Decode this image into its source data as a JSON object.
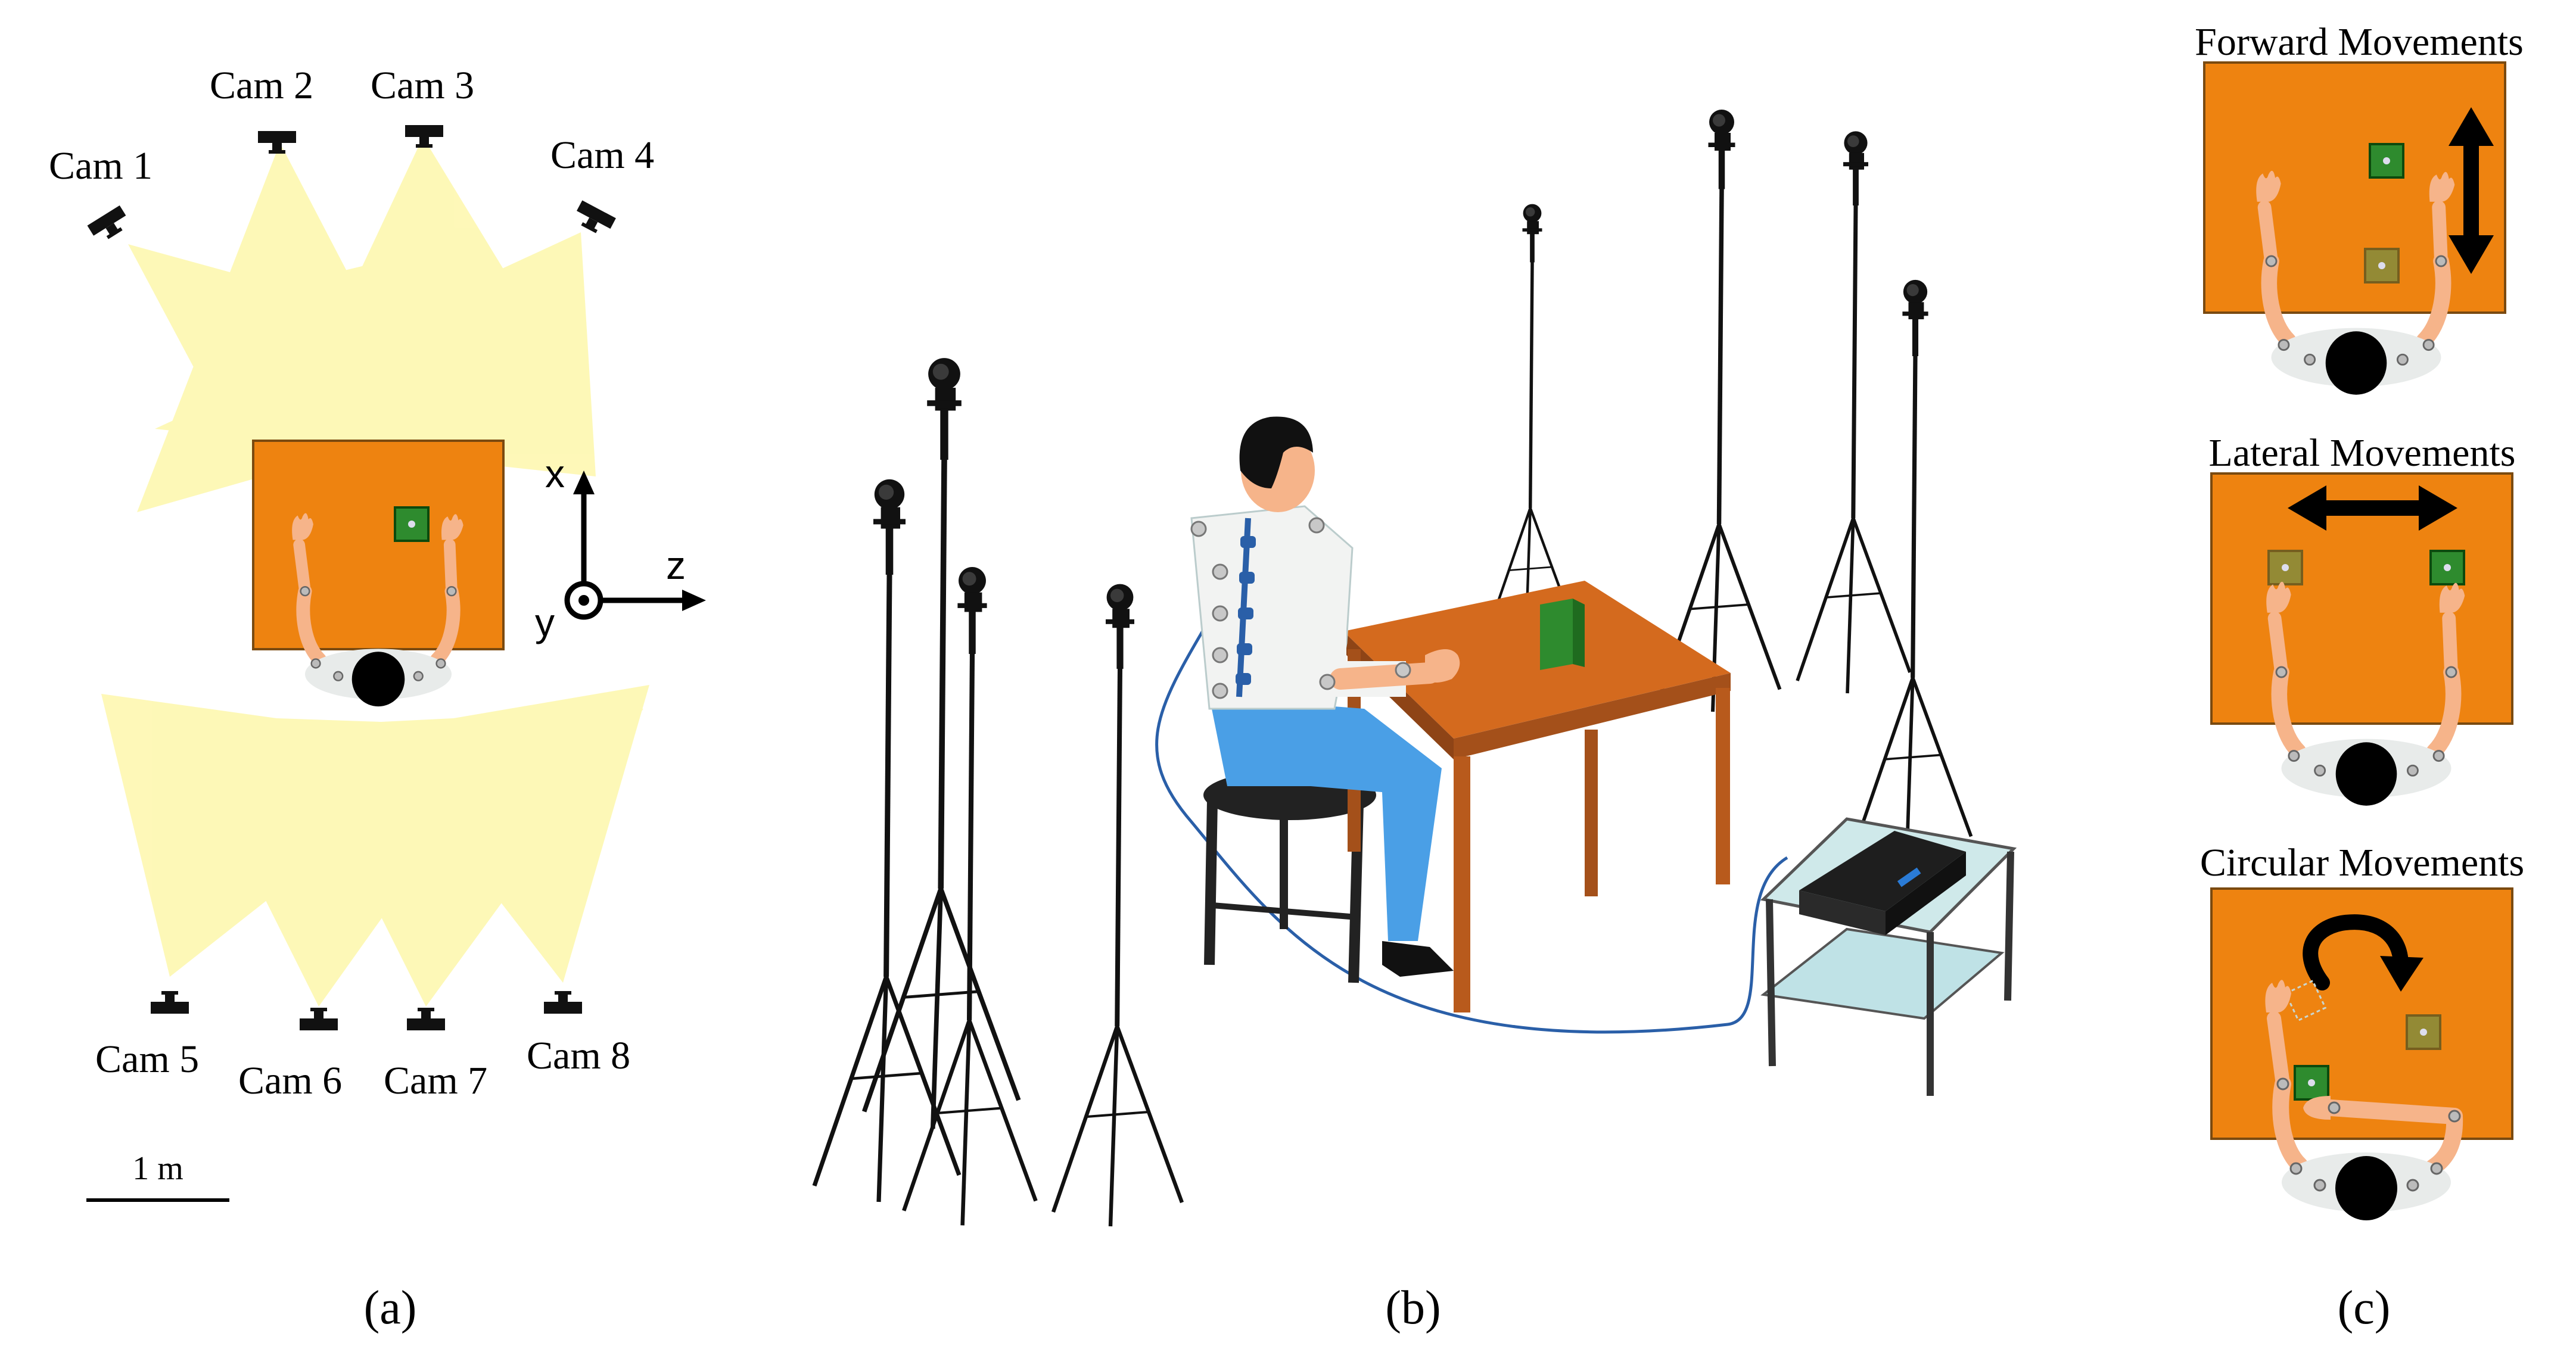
{
  "panel_a": {
    "cameras": [
      "Cam 1",
      "Cam 2",
      "Cam 3",
      "Cam 4",
      "Cam 5",
      "Cam 6",
      "Cam 7",
      "Cam 8"
    ],
    "axes": {
      "x": "x",
      "y": "y",
      "z": "z"
    },
    "scale_bar": "1 m",
    "caption": "(a)"
  },
  "panel_b": {
    "caption": "(b)"
  },
  "panel_c": {
    "titles": [
      "Forward Movements",
      "Lateral Movements",
      "Circular Movements"
    ],
    "caption": "(c)"
  },
  "colors": {
    "table": "#ee8310",
    "table_edge": "#7a4a10",
    "target": "#2e8b2e",
    "target_faded": "#8a8b3a",
    "view_cone": "#fdf6a0",
    "skin": "#f6b48a",
    "shirt": "#e8ebea",
    "pants": "#4a9fe6",
    "wood": "#c9661d"
  }
}
